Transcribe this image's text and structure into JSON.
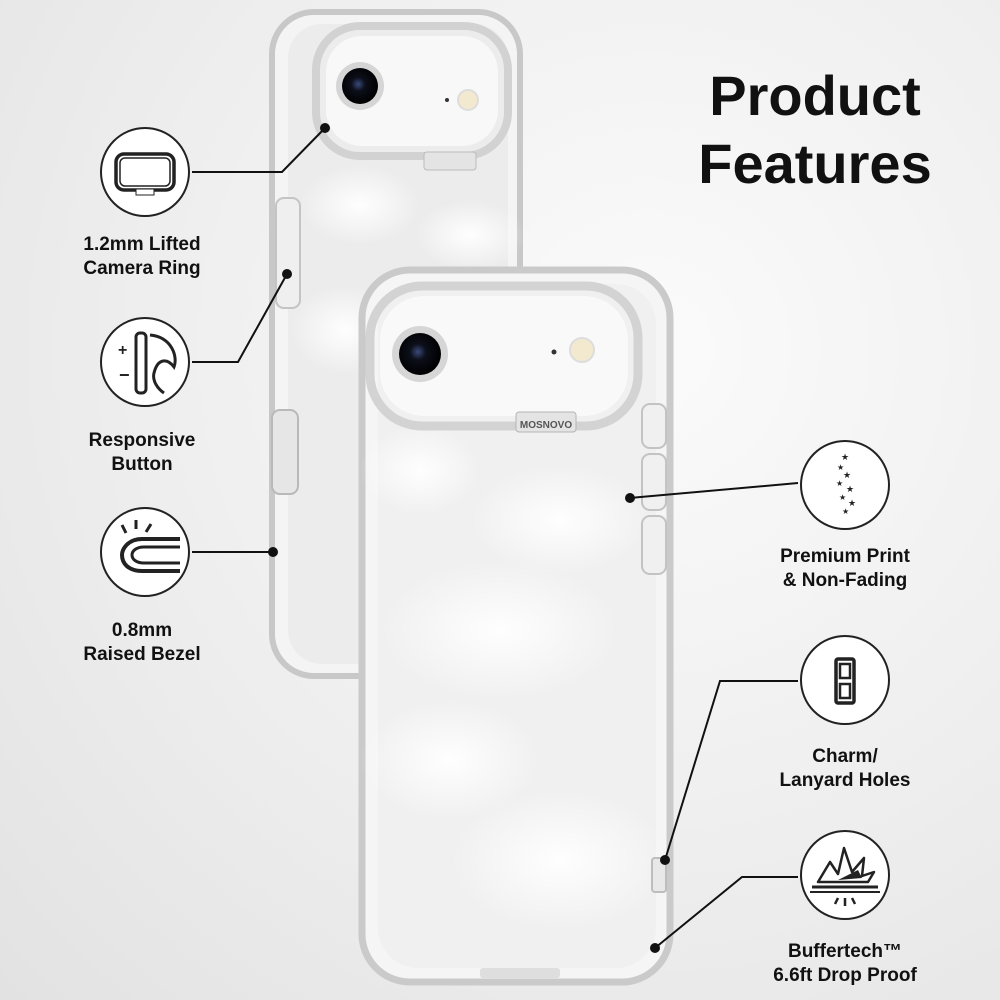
{
  "title": {
    "line1": "Product",
    "line2": "Features"
  },
  "features": [
    {
      "id": "camera-ring",
      "icon": "camera-ring-icon",
      "line1": "1.2mm Lifted",
      "line2": "Camera Ring"
    },
    {
      "id": "button",
      "icon": "side-button-icon",
      "line1": "Responsive",
      "line2": "Button"
    },
    {
      "id": "bezel",
      "icon": "raised-bezel-icon",
      "line1": "0.8mm",
      "line2": "Raised Bezel"
    },
    {
      "id": "print",
      "icon": "sparkle-print-icon",
      "line1": "Premium Print",
      "line2": "& Non-Fading"
    },
    {
      "id": "lanyard",
      "icon": "lanyard-hole-icon",
      "line1": "Charm/",
      "line2": "Lanyard Holes"
    },
    {
      "id": "drop",
      "icon": "impact-shield-icon",
      "line1": "Buffertech™",
      "line2": "6.6ft Drop Proof"
    }
  ],
  "brand": {
    "case_logo": "MOSNOVO"
  },
  "colors": {
    "text": "#111111",
    "line": "#111111",
    "case_edge": "#c9c9c9"
  }
}
